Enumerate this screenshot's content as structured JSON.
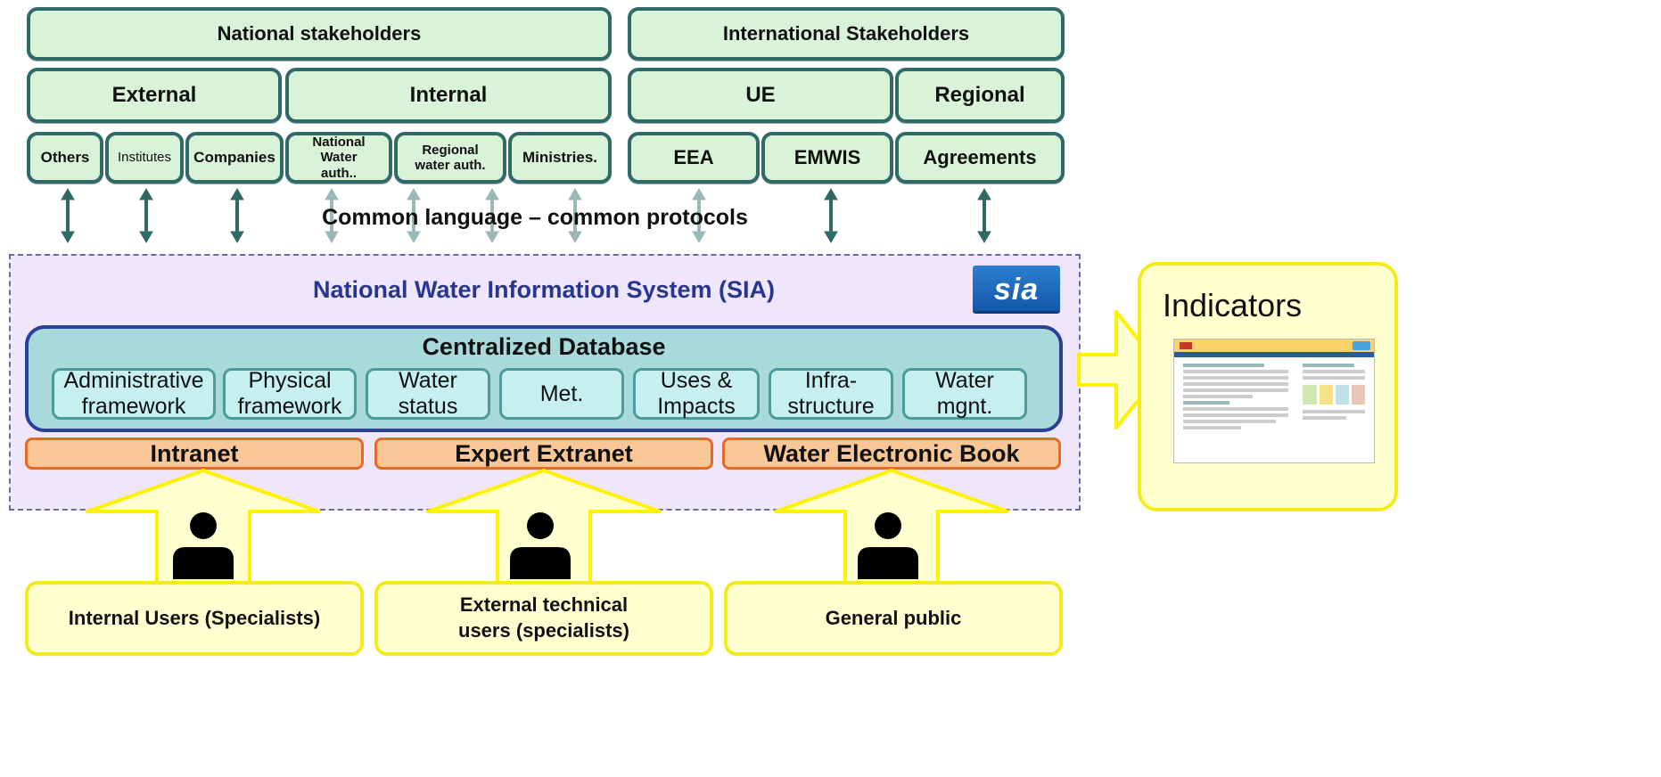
{
  "stakeholders": {
    "national": "National stakeholders",
    "international": "International Stakeholders",
    "external": "External",
    "internal": "Internal",
    "ue": "UE",
    "regional": "Regional",
    "items": [
      "Others",
      "Institutes",
      "Companies",
      "National Water auth..",
      "Regional water auth.",
      "Ministries.",
      "EEA",
      "EMWIS",
      "Agreements"
    ]
  },
  "protocol_label": "Common language – common protocols",
  "sia": {
    "title": "National Water Information System (SIA)",
    "logo_text": "SIA",
    "db_title": "Centralized Database",
    "modules": [
      "Administrative framework",
      "Physical framework",
      "Water status",
      "Met.",
      "Uses & Impacts",
      "Infra-structure",
      "Water mgnt."
    ],
    "channels": [
      "Intranet",
      "Expert Extranet",
      "Water Electronic Book"
    ]
  },
  "users": [
    "Internal Users (Specialists)",
    "External technical users (specialists)",
    "General public"
  ],
  "indicators": {
    "title": "Indicators"
  },
  "colors": {
    "stakeholder_fill": "#d9f3d9",
    "stakeholder_border": "#2f6a68",
    "sia_bg": "#efe6fb",
    "db_border": "#2a3f96",
    "module_fill": "#c6f0f0",
    "channel_fill": "#f9c796",
    "user_fill": "#ffffd0",
    "arrow_yellow": "#fff200"
  }
}
